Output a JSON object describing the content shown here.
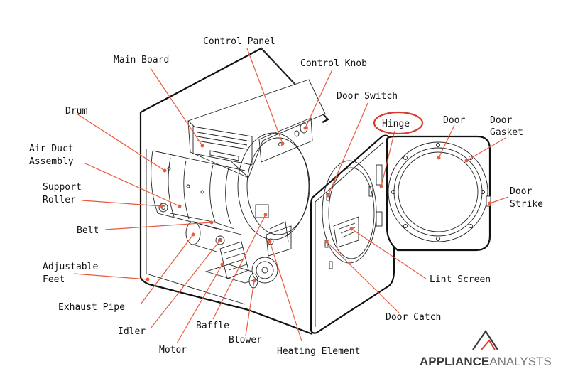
{
  "labels": {
    "control_panel": "Control Panel",
    "main_board": "Main Board",
    "control_knob": "Control Knob",
    "door_switch": "Door Switch",
    "drum": "Drum",
    "hinge": "Hinge",
    "door": "Door",
    "door_gasket_1": "Door",
    "door_gasket_2": "Gasket",
    "air_duct_1": "Air Duct",
    "air_duct_2": "Assembly",
    "support_roller_1": "Support",
    "support_roller_2": "Roller",
    "door_strike_1": "Door",
    "door_strike_2": "Strike",
    "belt": "Belt",
    "adjustable_feet_1": "Adjustable",
    "adjustable_feet_2": "Feet",
    "lint_screen": "Lint Screen",
    "exhaust_pipe": "Exhaust Pipe",
    "door_catch": "Door Catch",
    "idler": "Idler",
    "baffle": "Baffle",
    "motor": "Motor",
    "blower": "Blower",
    "heating_element": "Heating Element"
  },
  "logo": {
    "part1": "APPLIANCE",
    "part2": "ANALYSTS"
  },
  "colors": {
    "accent": "#ea5a3e",
    "highlight_ellipse": "#d93a2e",
    "line_art": "#111111",
    "logo_dark": "#3a3a3a",
    "logo_light": "#7a7a7a"
  }
}
